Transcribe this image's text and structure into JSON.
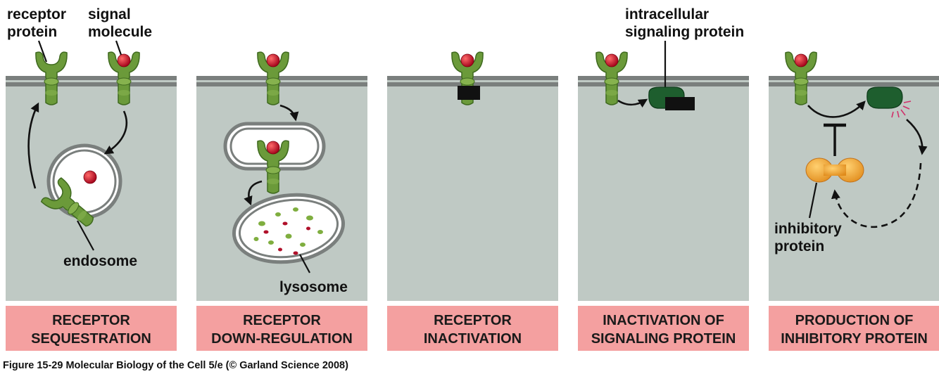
{
  "panels": [
    {
      "id": "sequestration",
      "caption_lines": [
        "RECEPTOR",
        "SEQUESTRATION"
      ],
      "labels": {
        "receptor": [
          "receptor",
          "protein"
        ],
        "signal": [
          "signal",
          "molecule"
        ],
        "endosome": "endosome"
      }
    },
    {
      "id": "down-regulation",
      "caption_lines": [
        "RECEPTOR",
        "DOWN-REGULATION"
      ],
      "labels": {
        "lysosome": "lysosome"
      }
    },
    {
      "id": "inactivation",
      "caption_lines": [
        "RECEPTOR",
        "INACTIVATION"
      ],
      "labels": {}
    },
    {
      "id": "signaling-protein",
      "caption_lines": [
        "INACTIVATION OF",
        "SIGNALING PROTEIN"
      ],
      "labels": {
        "intracellular": [
          "intracellular",
          "signaling protein"
        ]
      }
    },
    {
      "id": "inhibitory-protein",
      "caption_lines": [
        "PRODUCTION OF",
        "INHIBITORY PROTEIN"
      ],
      "labels": {
        "inhibitory": [
          "inhibitory",
          "protein"
        ]
      }
    }
  ],
  "figure_caption": "Figure 15-29  Molecular Biology of the Cell 5/e (© Garland Science 2008)",
  "colors": {
    "cytoplasm": "#bfc9c4",
    "membrane": "#7a7f7d",
    "caption_box": "#f4a0a0",
    "receptor": "#6b9a3a",
    "receptor_dark": "#3f6a1f",
    "signal": "#c8102e",
    "signaling_protein": "#1e5e2e",
    "inhibitory_protein": "#f0a030",
    "blocker": "#111111"
  }
}
